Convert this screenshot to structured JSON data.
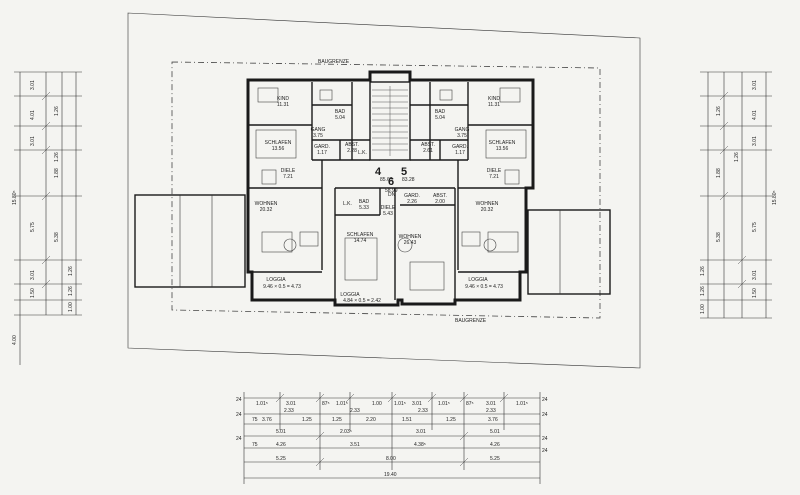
{
  "plan": {
    "baugrenze_top": "BAUGRENZE",
    "baugrenze_bottom": "BAUGRENZE",
    "unit_numbers": [
      "4",
      "5",
      "6"
    ],
    "rooms": [
      {
        "name": "KIND",
        "area": "11.31"
      },
      {
        "name": "BAD",
        "area": "5.04"
      },
      {
        "name": "GANG",
        "area": "3.75"
      },
      {
        "name": "SCHLAFEN",
        "area": "13.56"
      },
      {
        "name": "GARD.",
        "area": "1.17"
      },
      {
        "name": "ABST.",
        "area": "2.28"
      },
      {
        "name": "DIELE",
        "area": "7.21"
      },
      {
        "name": "WOHNEN",
        "area": "20.32"
      },
      {
        "name": "LOGGIA",
        "area": "9.46 × 0.5 = 4.73"
      },
      {
        "name": "KIND",
        "area": "11.31"
      },
      {
        "name": "BAD",
        "area": "5.04"
      },
      {
        "name": "GANG",
        "area": "3.75"
      },
      {
        "name": "SCHLAFEN",
        "area": "13.56"
      },
      {
        "name": "GARD.",
        "area": "1.17"
      },
      {
        "name": "ABST.",
        "area": "2.61"
      },
      {
        "name": "DIELE",
        "area": "7.21"
      },
      {
        "name": "WOHNEN",
        "area": "20.32"
      },
      {
        "name": "LOGGIA",
        "area": "9.46 × 0.5 = 4.73"
      },
      {
        "name": "BAD",
        "area": "5.33"
      },
      {
        "name": "SCHLAFEN",
        "area": "14.74"
      },
      {
        "name": "DIELE",
        "area": "5.43"
      },
      {
        "name": "WOHNEN",
        "area": "26.43"
      },
      {
        "name": "ABST.",
        "area": "2.00"
      },
      {
        "name": "GARD.",
        "area": "2.26"
      },
      {
        "name": "LOGGIA",
        "area": "4.84 × 0.5 = 2.42"
      }
    ],
    "unit_areas": [
      "85.63",
      "83.28",
      "58.99"
    ],
    "misc_labels": [
      "L.K.",
      "L.K.",
      "DN"
    ]
  },
  "dimensions": {
    "bottom": {
      "row1": [
        "1.01⁵",
        "3.01",
        "87⁵",
        "1.01⁵",
        "1.00",
        "1.01⁵",
        "3.01",
        "1.01⁵",
        "87⁵",
        "3.01",
        "1.01⁵"
      ],
      "row2": [
        "2.33",
        "2.33",
        "2.33",
        "2.33"
      ],
      "row3": [
        "3.76",
        "1.25",
        "1.25",
        "2.20",
        "1.51",
        "1.25",
        "3.76"
      ],
      "row4": [
        "5.01",
        "2.03⁵",
        "3.01",
        "5.01"
      ],
      "row5": [
        "4.26",
        "3.51",
        "4.38⁵",
        "4.26"
      ],
      "row6": [
        "5.25",
        "8.00",
        "5.25"
      ],
      "total": "19.40",
      "edge": [
        "24",
        "24",
        "24",
        "24",
        "75",
        "75",
        "24",
        "24",
        "24"
      ]
    },
    "left": {
      "outer": [
        "3.01",
        "4.01",
        "3.01",
        "5.75",
        "3.01",
        "1.50"
      ],
      "inner": [
        "1.26",
        "1.88",
        "1.26",
        "5.38",
        "1.26",
        "1.26",
        "1.00"
      ],
      "total": "15.80⁵",
      "bottom_total": "4.00"
    },
    "right": {
      "outer": [
        "3.01",
        "4.01",
        "3.01",
        "5.75",
        "3.01",
        "1.50"
      ],
      "inner": [
        "1.26",
        "1.88",
        "1.26",
        "5.38",
        "1.26",
        "1.26",
        "1.00"
      ],
      "total": "15.80⁵"
    }
  }
}
